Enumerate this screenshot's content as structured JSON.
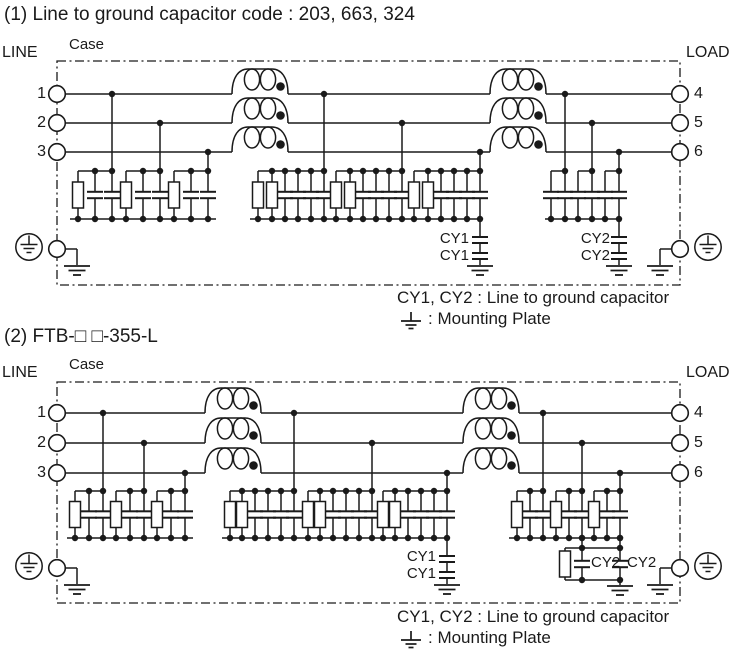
{
  "page": {
    "background": "#ffffff",
    "ink_color": "#1a1a1a"
  },
  "diagrams": [
    {
      "title": "(1) Line to ground capacitor code : 203, 663, 324",
      "labels": {
        "line": "LINE",
        "load": "LOAD",
        "case": "Case"
      },
      "terminals": {
        "left": [
          "1",
          "2",
          "3"
        ],
        "right": [
          "4",
          "5",
          "6"
        ]
      },
      "capacitor_labels": {
        "cy1": [
          "CY1",
          "CY1"
        ],
        "cy2": [
          "CY2",
          "CY2"
        ]
      },
      "legend": {
        "capacitors": "CY1, CY2 : Line to ground capacitor",
        "mounting_plate": ": Mounting Plate"
      }
    },
    {
      "title": "(2) FTB-□ □-355-L",
      "labels": {
        "line": "LINE",
        "load": "LOAD",
        "case": "Case"
      },
      "terminals": {
        "left": [
          "1",
          "2",
          "3"
        ],
        "right": [
          "4",
          "5",
          "6"
        ]
      },
      "capacitor_labels": {
        "cy1": [
          "CY1",
          "CY1"
        ],
        "cy2": [
          "CY2",
          "CY2"
        ]
      },
      "legend": {
        "capacitors": "CY1, CY2 : Line to ground capacitor",
        "mounting_plate": ": Mounting Plate"
      }
    }
  ]
}
